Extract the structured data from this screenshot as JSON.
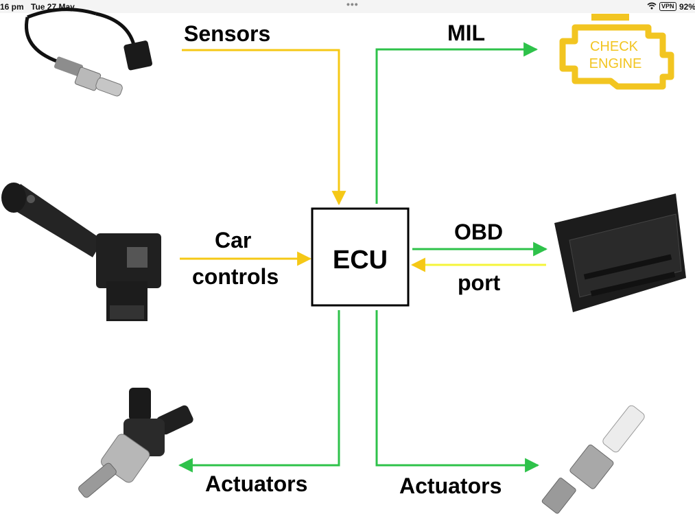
{
  "status_bar": {
    "time": "16 pm",
    "date": "Tue 27 May",
    "menu_dots": "•••",
    "vpn": "VPN",
    "battery": "92%"
  },
  "diagram": {
    "center_label": "ECU",
    "sensors_label": "Sensors",
    "mil_label": "MIL",
    "car_controls_line1": "Car",
    "car_controls_line2": "controls",
    "obd_line1": "OBD",
    "obd_line2": "port",
    "actuators_left_label": "Actuators",
    "actuators_right_label": "Actuators",
    "check_engine_line1": "CHECK",
    "check_engine_line2": "ENGINE"
  },
  "colors": {
    "yellow_arrow": "#f5c816",
    "green_arrow": "#2ec24a",
    "check_engine": "#f2c521"
  },
  "icons": [
    "oxygen-sensor-icon",
    "steering-column-switch-icon",
    "fuel-injector-icon",
    "check-engine-icon",
    "obd-port-connector-icon",
    "spark-plug-icon"
  ]
}
